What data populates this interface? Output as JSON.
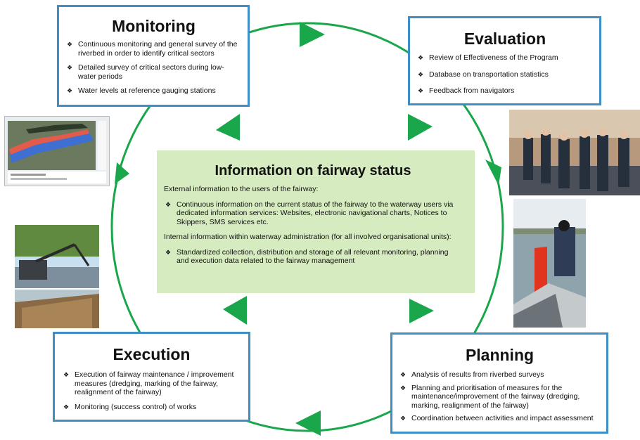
{
  "center": {
    "title": "Information on fairway status",
    "external_intro": "External information to the users of the fairway:",
    "external_items": [
      "Continuous information on the current status of the fairway to the waterway users via dedicated information services: Websites, electronic navigational charts, Notices to Skippers, SMS services etc."
    ],
    "internal_intro": "Internal information within waterway administration (for all involved organisational units):",
    "internal_items": [
      "Standardized collection, distribution and storage of all relevant monitoring, planning and execution data related to the fairway management"
    ]
  },
  "monitoring": {
    "title": "Monitoring",
    "items": [
      "Continuous monitoring and general survey of the riverbed in order to identify critical sectors",
      "Detailed survey of critical sectors during low-water periods",
      "Water levels at reference gauging stations"
    ]
  },
  "evaluation": {
    "title": "Evaluation",
    "items": [
      "Review of Effectiveness of the Program",
      "Database on transportation statistics",
      "Feedback from navigators"
    ]
  },
  "planning": {
    "title": "Planning",
    "items": [
      "Analysis of results from riverbed surveys",
      "Planning and prioritisation of measures for the maintenance/improvement of the fairway (dredging, marking, realignment of the fairway)",
      "Coordination between activities and impact assessment"
    ]
  },
  "execution": {
    "title": "Execution",
    "items": [
      "Execution of fairway maintenance / improvement measures (dredging, marking of the fairway, realignment of the fairway)",
      "Monitoring (success control) of works"
    ]
  },
  "colors": {
    "cycle_green": "#1aa64a",
    "box_border": "#3f8fc6",
    "center_fill": "#d6ebbf"
  }
}
